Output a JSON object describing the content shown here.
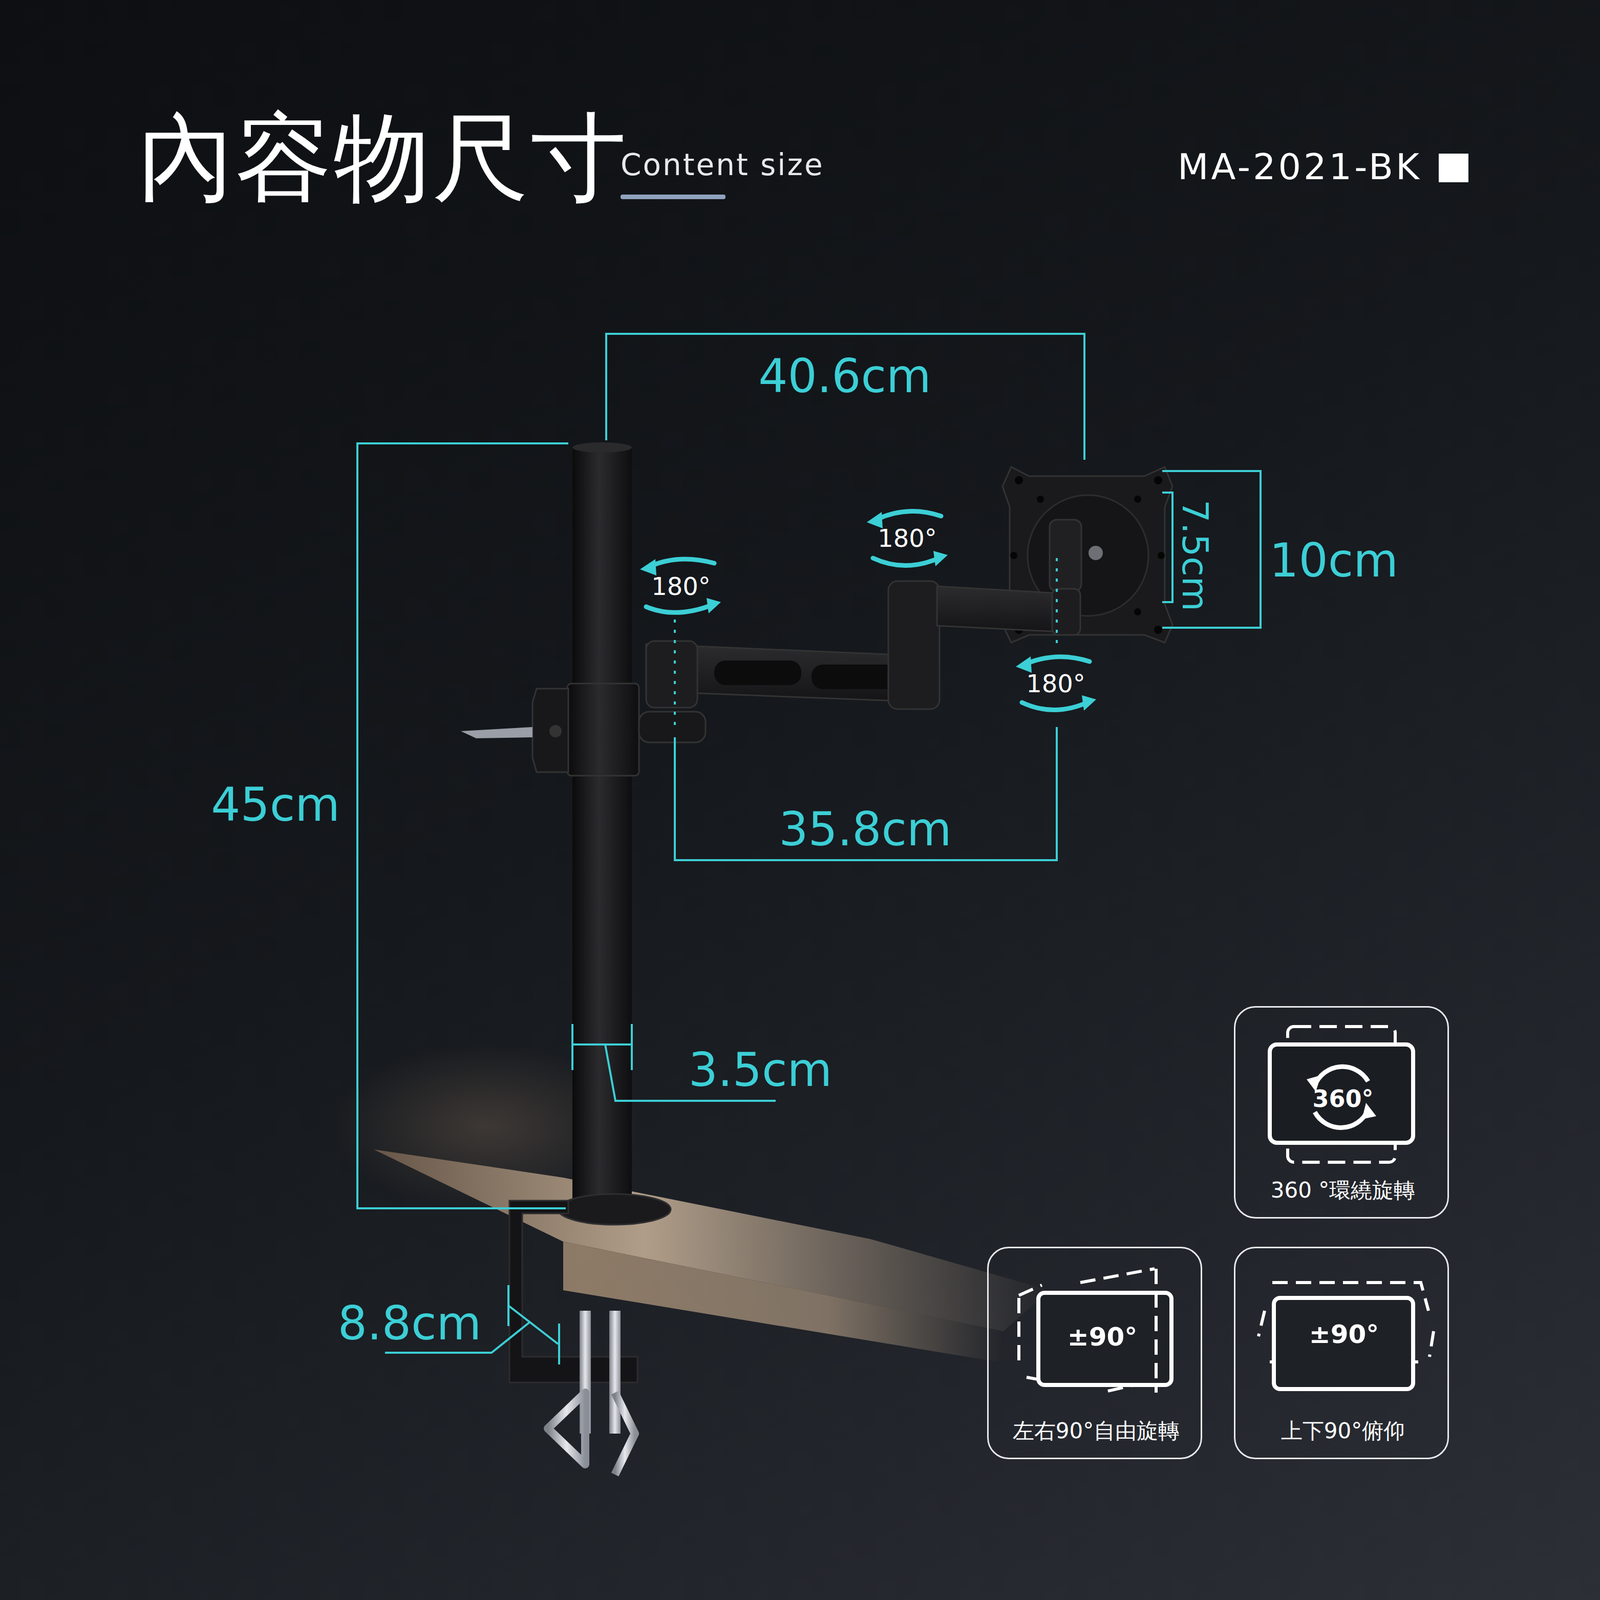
{
  "diagram": {
    "title": "內容物尺寸",
    "nodes": [
      {
        "text": [
          "360°",
          "360 °環繞旋轉"
        ]
      },
      {
        "text": [
          "±90°",
          "左右90°自由旋轉"
        ]
      },
      {
        "text": [
          "±90°",
          "上下90°俯仰"
        ]
      }
    ],
    "labels": [
      "Content size",
      "MA-2021-BK",
      "40.6cm",
      "180°",
      "180°",
      "10cm",
      "7.5cm",
      "180°",
      "45cm",
      "35.8cm",
      "3.5cm",
      "8.8cm"
    ]
  }
}
